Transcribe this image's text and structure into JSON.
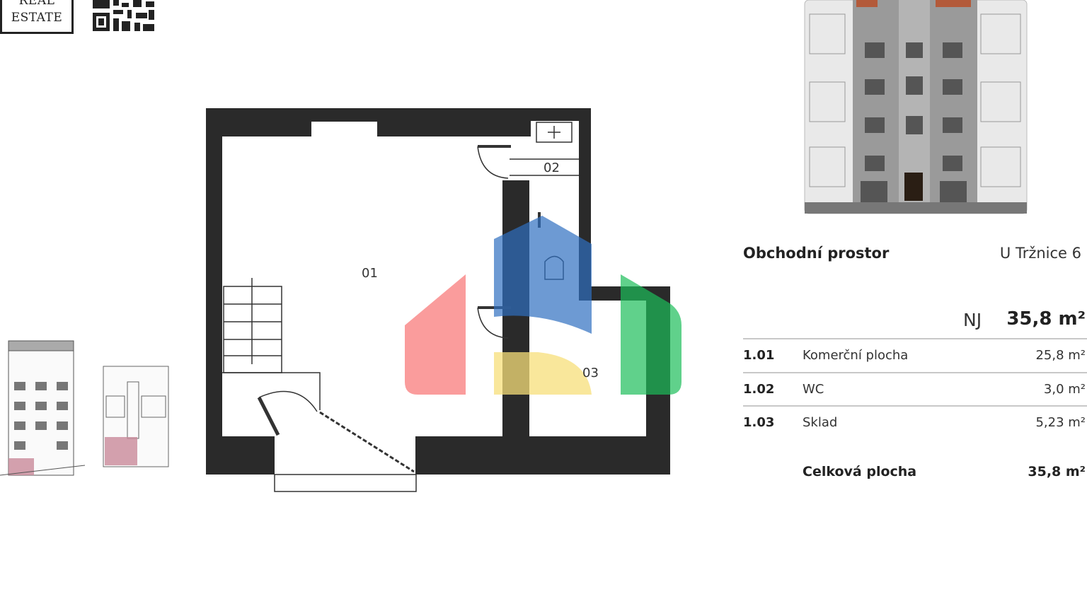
{
  "logo": {
    "line1": "REAL",
    "line2": "ESTATE"
  },
  "plan": {
    "rooms": [
      "01",
      "02",
      "03"
    ]
  },
  "info": {
    "title": "Obchodní prostor",
    "address": "U Tržnice 6",
    "nj_label": "NJ",
    "nj_value": "35,8 m²",
    "rows": [
      {
        "code": "1.01",
        "name": "Komerční plocha",
        "area": "25,8 m²"
      },
      {
        "code": "1.02",
        "name": "WC",
        "area": "3,0 m²"
      },
      {
        "code": "1.03",
        "name": "Sklad",
        "area": "5,23 m²"
      }
    ],
    "total_label": "Celková plocha",
    "total_value": "35,8 m²"
  },
  "colors": {
    "wall": "#2a2a2a",
    "highlight": "#c98a9a",
    "watermark": [
      "#f98b8b",
      "#2f6fc0",
      "#f7df7a",
      "#1cbd5a"
    ]
  }
}
